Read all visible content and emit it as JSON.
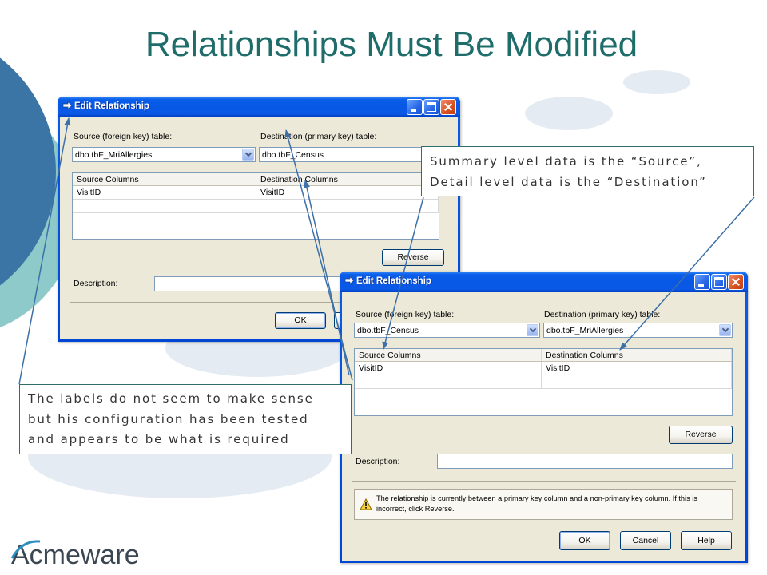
{
  "slide": {
    "title": "Relationships Must Be Modified"
  },
  "dialog_back": {
    "title": "Edit Relationship",
    "source_table_label": "Source (foreign key) table:",
    "destination_table_label": "Destination (primary key) table:",
    "source_table_value": "dbo.tbF_MriAllergies",
    "destination_table_value": "dbo.tbF_Census",
    "grid": {
      "headers": [
        "Source Columns",
        "Destination Columns"
      ],
      "rows": [
        [
          "VisitID",
          "VisitID"
        ]
      ]
    },
    "reverse_label": "Reverse",
    "description_label": "Description:",
    "ok_label": "OK"
  },
  "dialog_front": {
    "title": "Edit Relationship",
    "source_table_label": "Source (foreign key) table:",
    "destination_table_label": "Destination (primary key) table:",
    "source_table_value": "dbo.tbF_Census",
    "destination_table_value": "dbo.tbF_MriAllergies",
    "grid": {
      "headers": [
        "Source Columns",
        "Destination Columns"
      ],
      "rows": [
        [
          "VisitID",
          "VisitID"
        ]
      ]
    },
    "reverse_label": "Reverse",
    "description_label": "Description:",
    "warning_text": "The relationship is currently between a primary key column and a non-primary key column. If this is incorrect, click Reverse.",
    "ok_label": "OK",
    "cancel_label": "Cancel",
    "help_label": "Help"
  },
  "callouts": {
    "top": {
      "lines": [
        "Summary level data is the “Source”,",
        "Detail level data is the “Destination”"
      ]
    },
    "bottom": {
      "lines": [
        "The labels do not seem to make sense",
        "but his configuration has been tested",
        "and appears to be what is required"
      ]
    }
  },
  "logo": {
    "text": "Acmeware"
  },
  "icons": {
    "title_icon": "relationship-icon",
    "minimize": "minimize-icon",
    "maximize": "maximize-icon",
    "close": "close-icon",
    "combo_dropdown": "chevron-down-icon",
    "warning": "warning-icon"
  },
  "colors": {
    "title_text": "#1e6d6a",
    "callout_border": "#2e6f6e",
    "arrow": "#3d6fa8",
    "background_circle_blue": "#3b75a6",
    "background_circle_teal": "#8ecaca",
    "background_ellipse": "#e4ebf2",
    "logo_text": "#3b4653",
    "logo_swoosh": "#2b8ec4"
  }
}
